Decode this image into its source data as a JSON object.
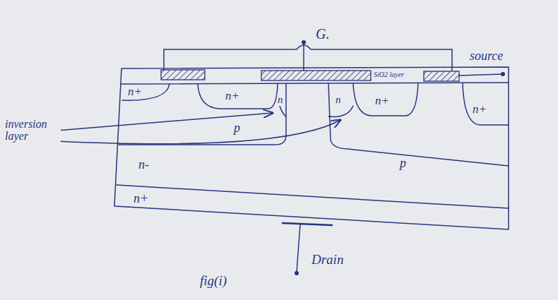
{
  "diagram": {
    "caption": "fig(i)",
    "labels": [
      "G.",
      "source",
      "SiO2 layer",
      "n+",
      "n+",
      "n",
      "n",
      "n+",
      "n+",
      "inversion layer",
      "p",
      "p",
      "n-",
      "n+",
      "Drain"
    ]
  }
}
